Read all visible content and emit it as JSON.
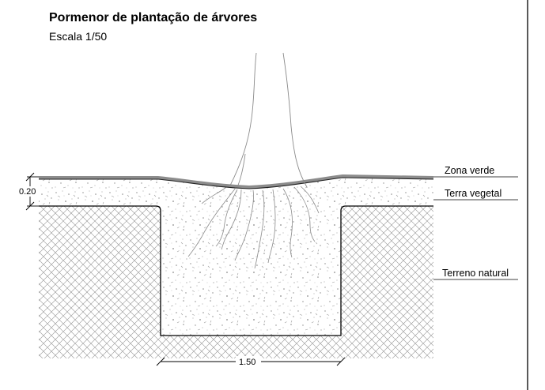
{
  "drawing": {
    "title": "Pormenor de plantação de árvores",
    "scale": "Escala 1/50"
  },
  "labels": {
    "zona_verde": "Zona verde",
    "terra_vegetal": "Terra vegetal",
    "terreno_natural": "Terreno natural"
  },
  "dimensions": {
    "depth": "0.20",
    "width": "1.50"
  }
}
